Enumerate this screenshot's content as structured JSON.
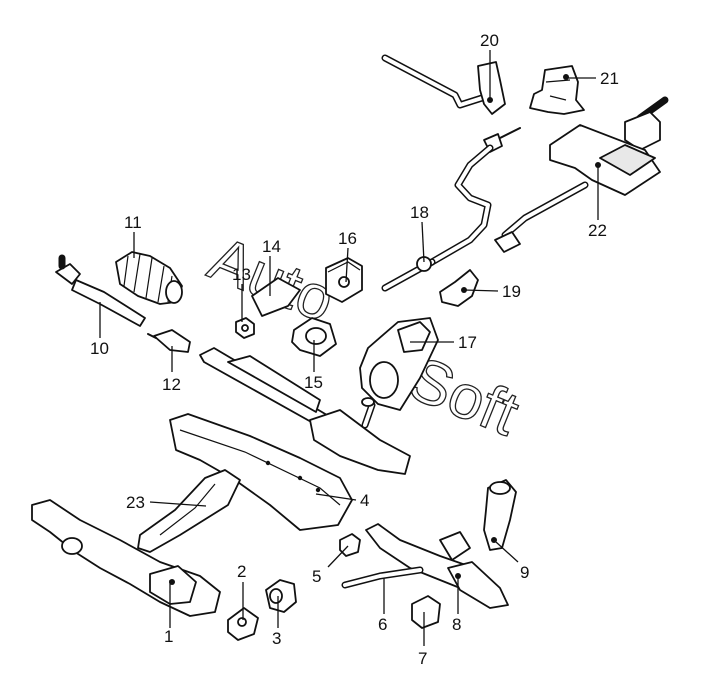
{
  "watermark": {
    "word1": "Auto",
    "word2": "Soft"
  },
  "callouts": [
    {
      "id": "1",
      "text": "1"
    },
    {
      "id": "2",
      "text": "2"
    },
    {
      "id": "3",
      "text": "3"
    },
    {
      "id": "4",
      "text": "4"
    },
    {
      "id": "5",
      "text": "5"
    },
    {
      "id": "6",
      "text": "6"
    },
    {
      "id": "7",
      "text": "7"
    },
    {
      "id": "8",
      "text": "8"
    },
    {
      "id": "9",
      "text": "9"
    },
    {
      "id": "10",
      "text": "10"
    },
    {
      "id": "11",
      "text": "11"
    },
    {
      "id": "12",
      "text": "12"
    },
    {
      "id": "13",
      "text": "13"
    },
    {
      "id": "14",
      "text": "14"
    },
    {
      "id": "15",
      "text": "15"
    },
    {
      "id": "16",
      "text": "16"
    },
    {
      "id": "17",
      "text": "17"
    },
    {
      "id": "18",
      "text": "18"
    },
    {
      "id": "19",
      "text": "19"
    },
    {
      "id": "20",
      "text": "20"
    },
    {
      "id": "21",
      "text": "21"
    },
    {
      "id": "22",
      "text": "22"
    },
    {
      "id": "23",
      "text": "23"
    }
  ]
}
